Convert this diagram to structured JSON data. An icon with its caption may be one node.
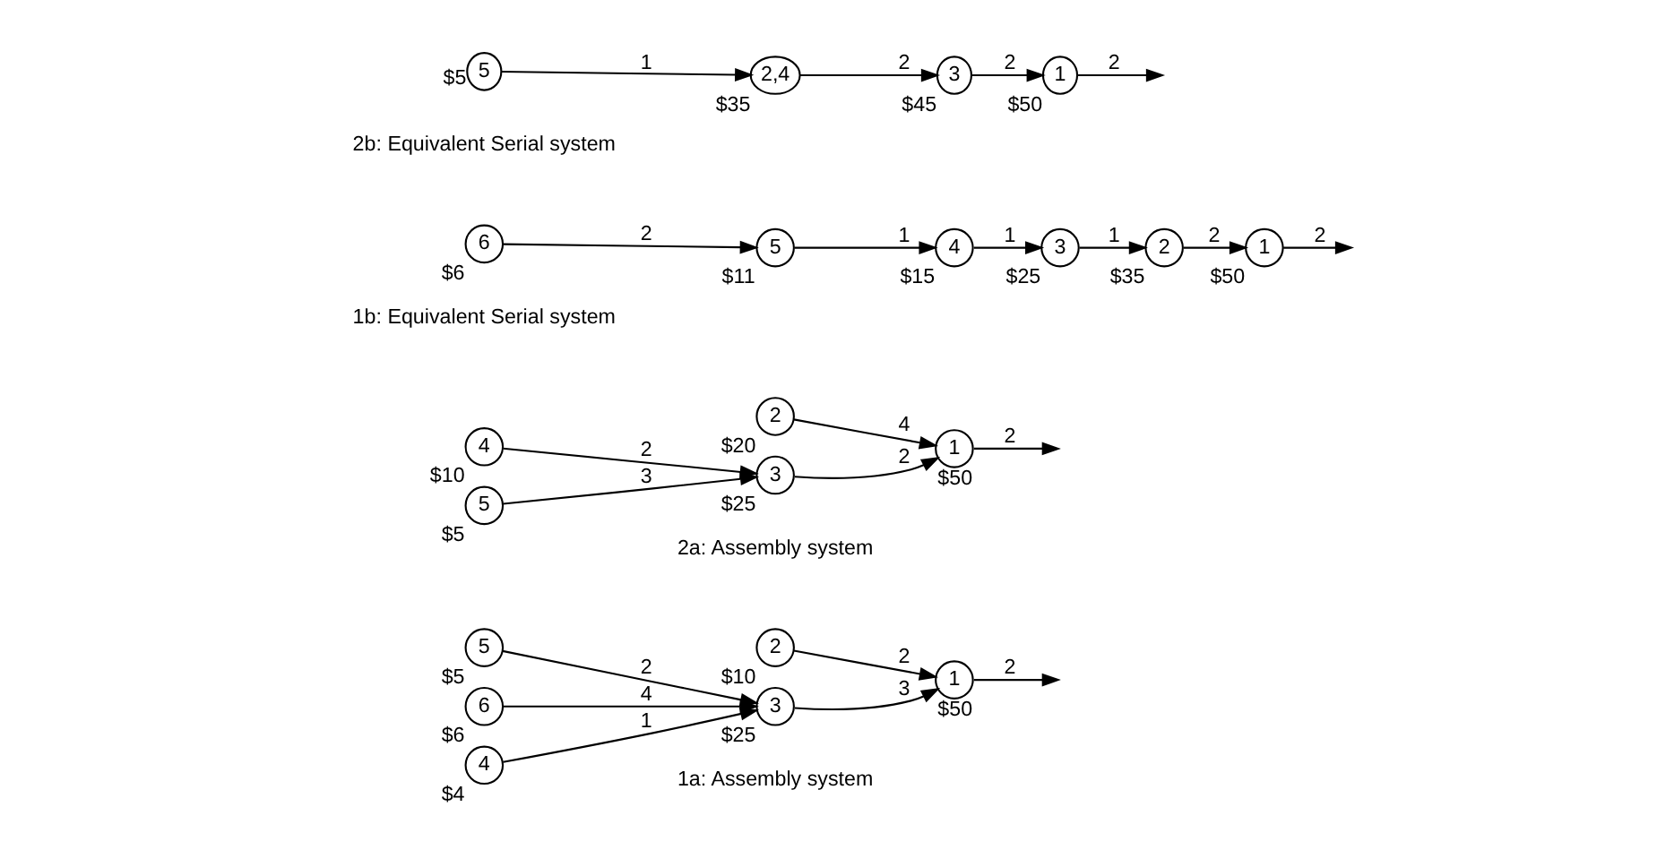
{
  "diagram": {
    "nodes": [
      {
        "text": [
          "2"
        ],
        "beside": [
          "$10"
        ]
      },
      {
        "text": [
          "1"
        ],
        "beside": [
          "$50"
        ]
      },
      {
        "text": [
          "5"
        ],
        "beside": [
          "$5"
        ]
      },
      {
        "text": [
          "3"
        ],
        "beside": [
          "$25"
        ]
      },
      {
        "text": [
          "6"
        ],
        "beside": [
          "$6"
        ]
      },
      {
        "text": [
          "4"
        ],
        "beside": [
          "$4"
        ]
      },
      {
        "text": [
          "2"
        ],
        "beside": [
          "$20"
        ]
      },
      {
        "text": [
          "1"
        ],
        "beside": [
          "$50"
        ]
      },
      {
        "text": [
          "4"
        ],
        "beside": [
          "$10"
        ]
      },
      {
        "text": [
          "3"
        ],
        "beside": [
          "$25"
        ]
      },
      {
        "text": [
          "5"
        ],
        "beside": [
          "$5"
        ]
      },
      {
        "text": [
          "6"
        ],
        "beside": [
          "$6"
        ]
      },
      {
        "text": [
          "5"
        ],
        "beside": [
          "$11"
        ]
      },
      {
        "text": [
          "4"
        ],
        "beside": [
          "$15"
        ]
      },
      {
        "text": [
          "3"
        ],
        "beside": [
          "$25"
        ]
      },
      {
        "text": [
          "2"
        ],
        "beside": [
          "$35"
        ]
      },
      {
        "text": [
          "1"
        ],
        "beside": [
          "$50"
        ]
      },
      {
        "text": [
          "5"
        ],
        "beside": [
          "$5"
        ]
      },
      {
        "text": [
          "2,4"
        ],
        "beside": [
          "$35"
        ]
      },
      {
        "text": [
          "3"
        ],
        "beside": [
          "$45"
        ]
      },
      {
        "text": [
          "1"
        ],
        "beside": [
          "$50"
        ]
      }
    ],
    "edges": [
      {
        "from": 0,
        "to": 1,
        "arrow": "to",
        "label": "2"
      },
      {
        "from": 3,
        "to": 1,
        "arrow": "to",
        "label": "3"
      },
      {
        "from": 2,
        "to": 3,
        "arrow": "to",
        "label": "2"
      },
      {
        "from": 4,
        "to": 3,
        "arrow": "to",
        "label": "4"
      },
      {
        "from": 5,
        "to": 3,
        "arrow": "to",
        "label": "1"
      },
      {
        "from": 1,
        "to": null,
        "arrow": "to",
        "label": "2"
      },
      {
        "from": 6,
        "to": 7,
        "arrow": "to",
        "label": "4"
      },
      {
        "from": 9,
        "to": 7,
        "arrow": "to",
        "label": "2"
      },
      {
        "from": 8,
        "to": 9,
        "arrow": "to",
        "label": "2"
      },
      {
        "from": 10,
        "to": 9,
        "arrow": "to",
        "label": "3"
      },
      {
        "from": 7,
        "to": null,
        "arrow": "to",
        "label": "2"
      },
      {
        "from": 11,
        "to": 12,
        "arrow": "to",
        "label": "2"
      },
      {
        "from": 12,
        "to": 13,
        "arrow": "to",
        "label": "1"
      },
      {
        "from": 13,
        "to": 14,
        "arrow": "to",
        "label": "1"
      },
      {
        "from": 14,
        "to": 15,
        "arrow": "to",
        "label": "1"
      },
      {
        "from": 15,
        "to": 16,
        "arrow": "to",
        "label": "2"
      },
      {
        "from": 16,
        "to": null,
        "arrow": "to",
        "label": "2"
      },
      {
        "from": 17,
        "to": 18,
        "arrow": "to",
        "label": "1"
      },
      {
        "from": 18,
        "to": 19,
        "arrow": "to",
        "label": "2"
      },
      {
        "from": 19,
        "to": 20,
        "arrow": "to",
        "label": "2"
      },
      {
        "from": 20,
        "to": null,
        "arrow": "to",
        "label": "2"
      }
    ],
    "labels": [
      "1a: Assembly system",
      "2a: Assembly system",
      "1b: Equivalent Serial system",
      "2b: Equivalent Serial system"
    ]
  }
}
